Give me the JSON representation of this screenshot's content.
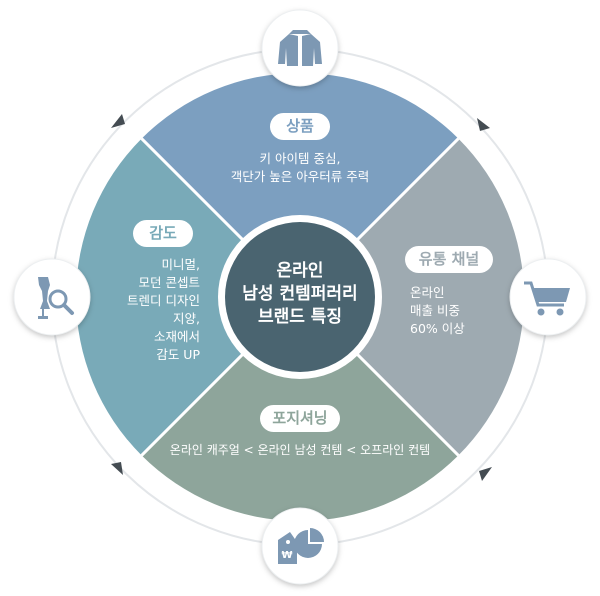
{
  "center": {
    "lines": [
      "온라인",
      "남성 컨템퍼러리",
      "브랜드 특징"
    ]
  },
  "segments": {
    "top": {
      "title": "상품",
      "lines": [
        "키 아이템 중심,",
        "객단가 높은 아우터류 주력"
      ]
    },
    "right": {
      "title": "유통 채널",
      "lines": [
        "온라인",
        "매출 비중",
        "60% 이상"
      ]
    },
    "bottom": {
      "title": "포지셔닝",
      "line": "온라인 캐주얼 < 온라인 남성 컨템 < 오프라인 컨템"
    },
    "left": {
      "title": "감도",
      "lines": [
        "미니멀,",
        "모던 콘셉트",
        "트렌디 디자인",
        "지양,",
        "소재에서",
        "감도 UP"
      ]
    }
  },
  "icons": {
    "top": "jacket-icon",
    "right": "shopping-cart-icon",
    "bottom": "price-tag-pie-chart-icon",
    "left": "mannequin-magnifier-icon"
  },
  "colors": {
    "top": "#7c9fc0",
    "right": "#9eaab1",
    "bottom": "#8ea59b",
    "left": "#79aab8",
    "center": "#4a6470",
    "icon": "#7d98b3"
  }
}
